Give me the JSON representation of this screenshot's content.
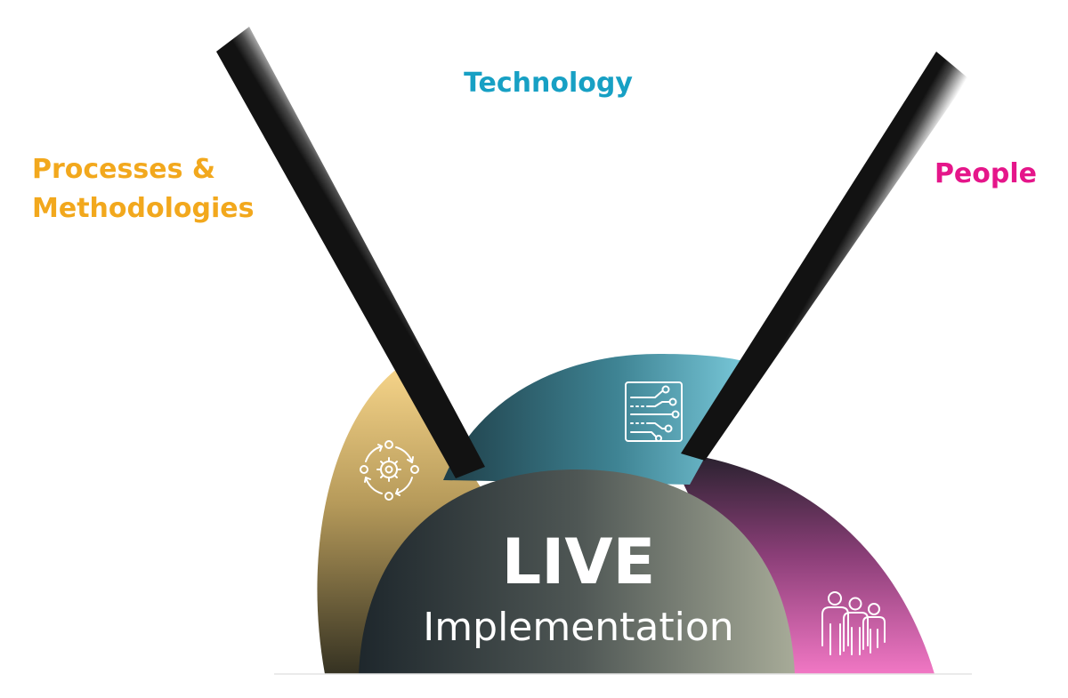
{
  "labels": {
    "processes_line1": "Processes &",
    "processes_line2": "Methodologies",
    "technology": "Technology",
    "people": "People"
  },
  "center": {
    "title": "LIVE",
    "subtitle": "Implementation"
  },
  "colors": {
    "processes": "#F2A81D",
    "technology": "#17A0C4",
    "people": "#E5168A",
    "center_text": "#ffffff"
  },
  "icons": {
    "processes": "gear-cycle-icon",
    "technology": "circuit-board-icon",
    "people": "team-icon"
  }
}
